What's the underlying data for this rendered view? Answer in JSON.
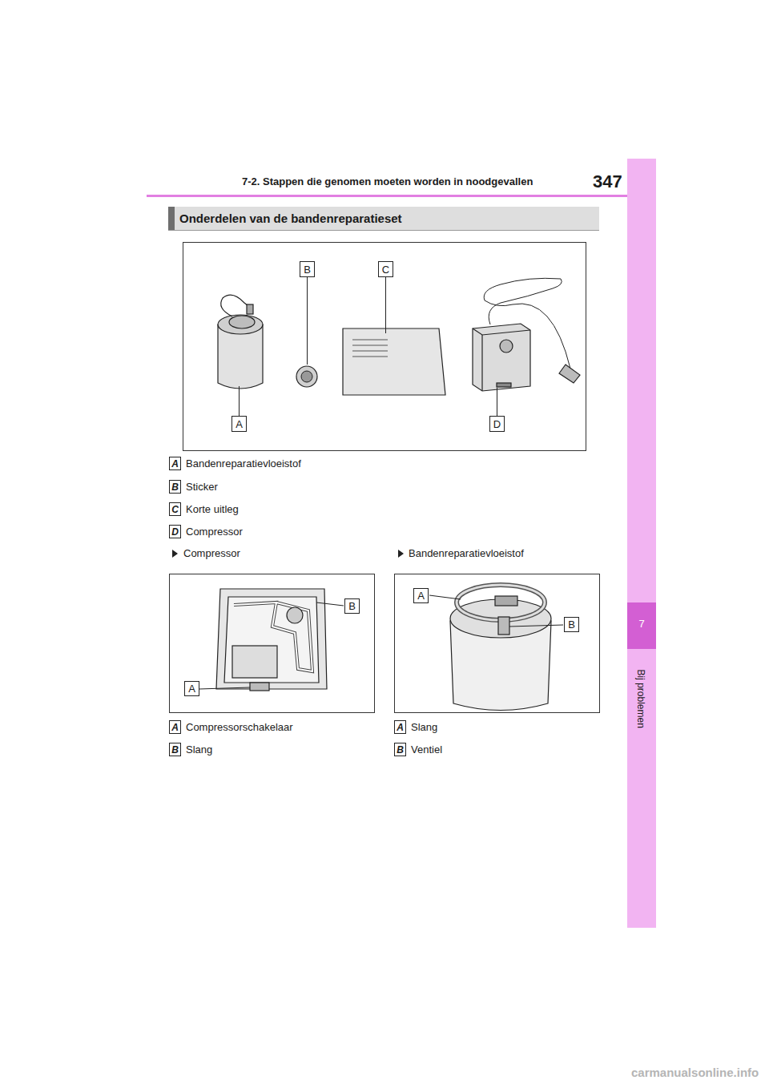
{
  "diagram": {
    "title": "Onderdelen van de bandenreparatieset",
    "nodes": [
      {
        "text": [
          "B"
        ]
      },
      {
        "text": [
          "C"
        ]
      },
      {
        "text": [
          "A"
        ]
      },
      {
        "text": [
          "D"
        ]
      },
      {
        "text": [
          "A"
        ]
      },
      {
        "text": [
          "B"
        ]
      },
      {
        "text": [
          "C"
        ]
      },
      {
        "text": [
          "D"
        ]
      },
      {
        "text": [
          "B"
        ]
      },
      {
        "text": [
          "A"
        ]
      },
      {
        "text": [
          "A"
        ]
      },
      {
        "text": [
          "B"
        ]
      },
      {
        "text": [
          "A"
        ]
      },
      {
        "text": [
          "B"
        ]
      },
      {
        "text": [
          "A"
        ]
      },
      {
        "text": [
          "B"
        ]
      }
    ],
    "labels": [
      "7-2. Stappen die genomen moeten worden in noodgevallen",
      "347",
      "7",
      "Bij problemen",
      "Bandenreparatievloeistof",
      "Sticker",
      "Korte uitleg",
      "Compressor",
      "Compressor",
      "Bandenreparatievloeistof",
      "Compressorschakelaar",
      "Slang",
      "Slang",
      "Ventiel",
      "carmanualsonline.info"
    ]
  }
}
